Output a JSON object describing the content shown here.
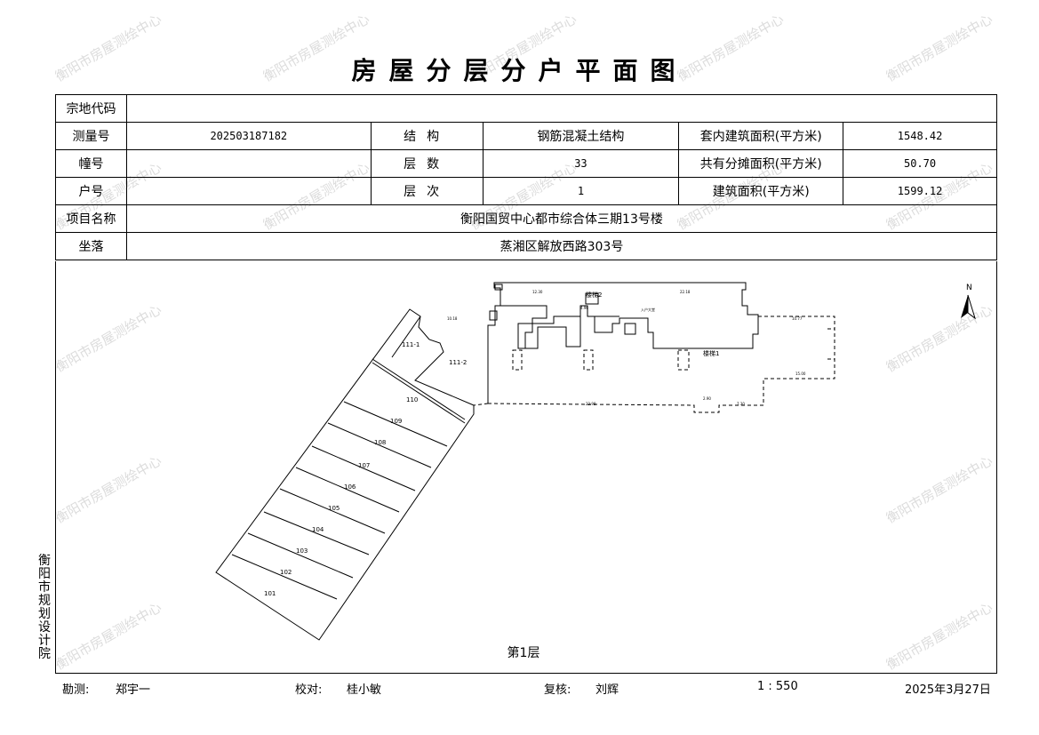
{
  "title": "房屋分层分户平面图",
  "watermark": "衡阳市房屋测绘中心",
  "info": {
    "zongdi_label": "宗地代码",
    "zongdi_value": "",
    "survey_label": "测量号",
    "survey_value": "202503187182",
    "structure_label": "结构",
    "structure_value": "钢筋混凝土结构",
    "inner_area_label": "套内建筑面积(平方米)",
    "inner_area_value": "1548.42",
    "building_label": "幢号",
    "building_value": "",
    "floors_label": "层数",
    "floors_value": "33",
    "shared_area_label": "共有分摊面积(平方米)",
    "shared_area_value": "50.70",
    "unit_label": "户号",
    "unit_value": "",
    "floor_no_label": "层次",
    "floor_no_value": "1",
    "build_area_label": "建筑面积(平方米)",
    "build_area_value": "1599.12",
    "project_label": "项目名称",
    "project_value": "衡阳国贸中心都市综合体三期13号楼",
    "location_label": "坐落",
    "location_value": "蒸湘区解放西路303号"
  },
  "drawing": {
    "floor_label": "第1层",
    "north": "N",
    "units": [
      "101",
      "102",
      "103",
      "104",
      "105",
      "106",
      "107",
      "108",
      "109",
      "110",
      "111-1",
      "111-2"
    ],
    "stair_labels": [
      "楼梯2",
      "楼梯1"
    ],
    "small_labels": [
      "入户大堂",
      "12.30",
      "22.18",
      "10.18",
      "10.77",
      "22.98",
      "15.00",
      "4.96",
      "2.90",
      "7.30"
    ]
  },
  "side_text": [
    "衡",
    "阳",
    "市",
    "规",
    "划",
    "设",
    "计",
    "院"
  ],
  "footer": {
    "survey_label": "勘测:",
    "survey_name": "郑宇一",
    "check_label": "校对:",
    "check_name": "桂小敏",
    "review_label": "复核:",
    "review_name": "刘辉",
    "scale": "1 : 550",
    "date": "2025年3月27日"
  }
}
